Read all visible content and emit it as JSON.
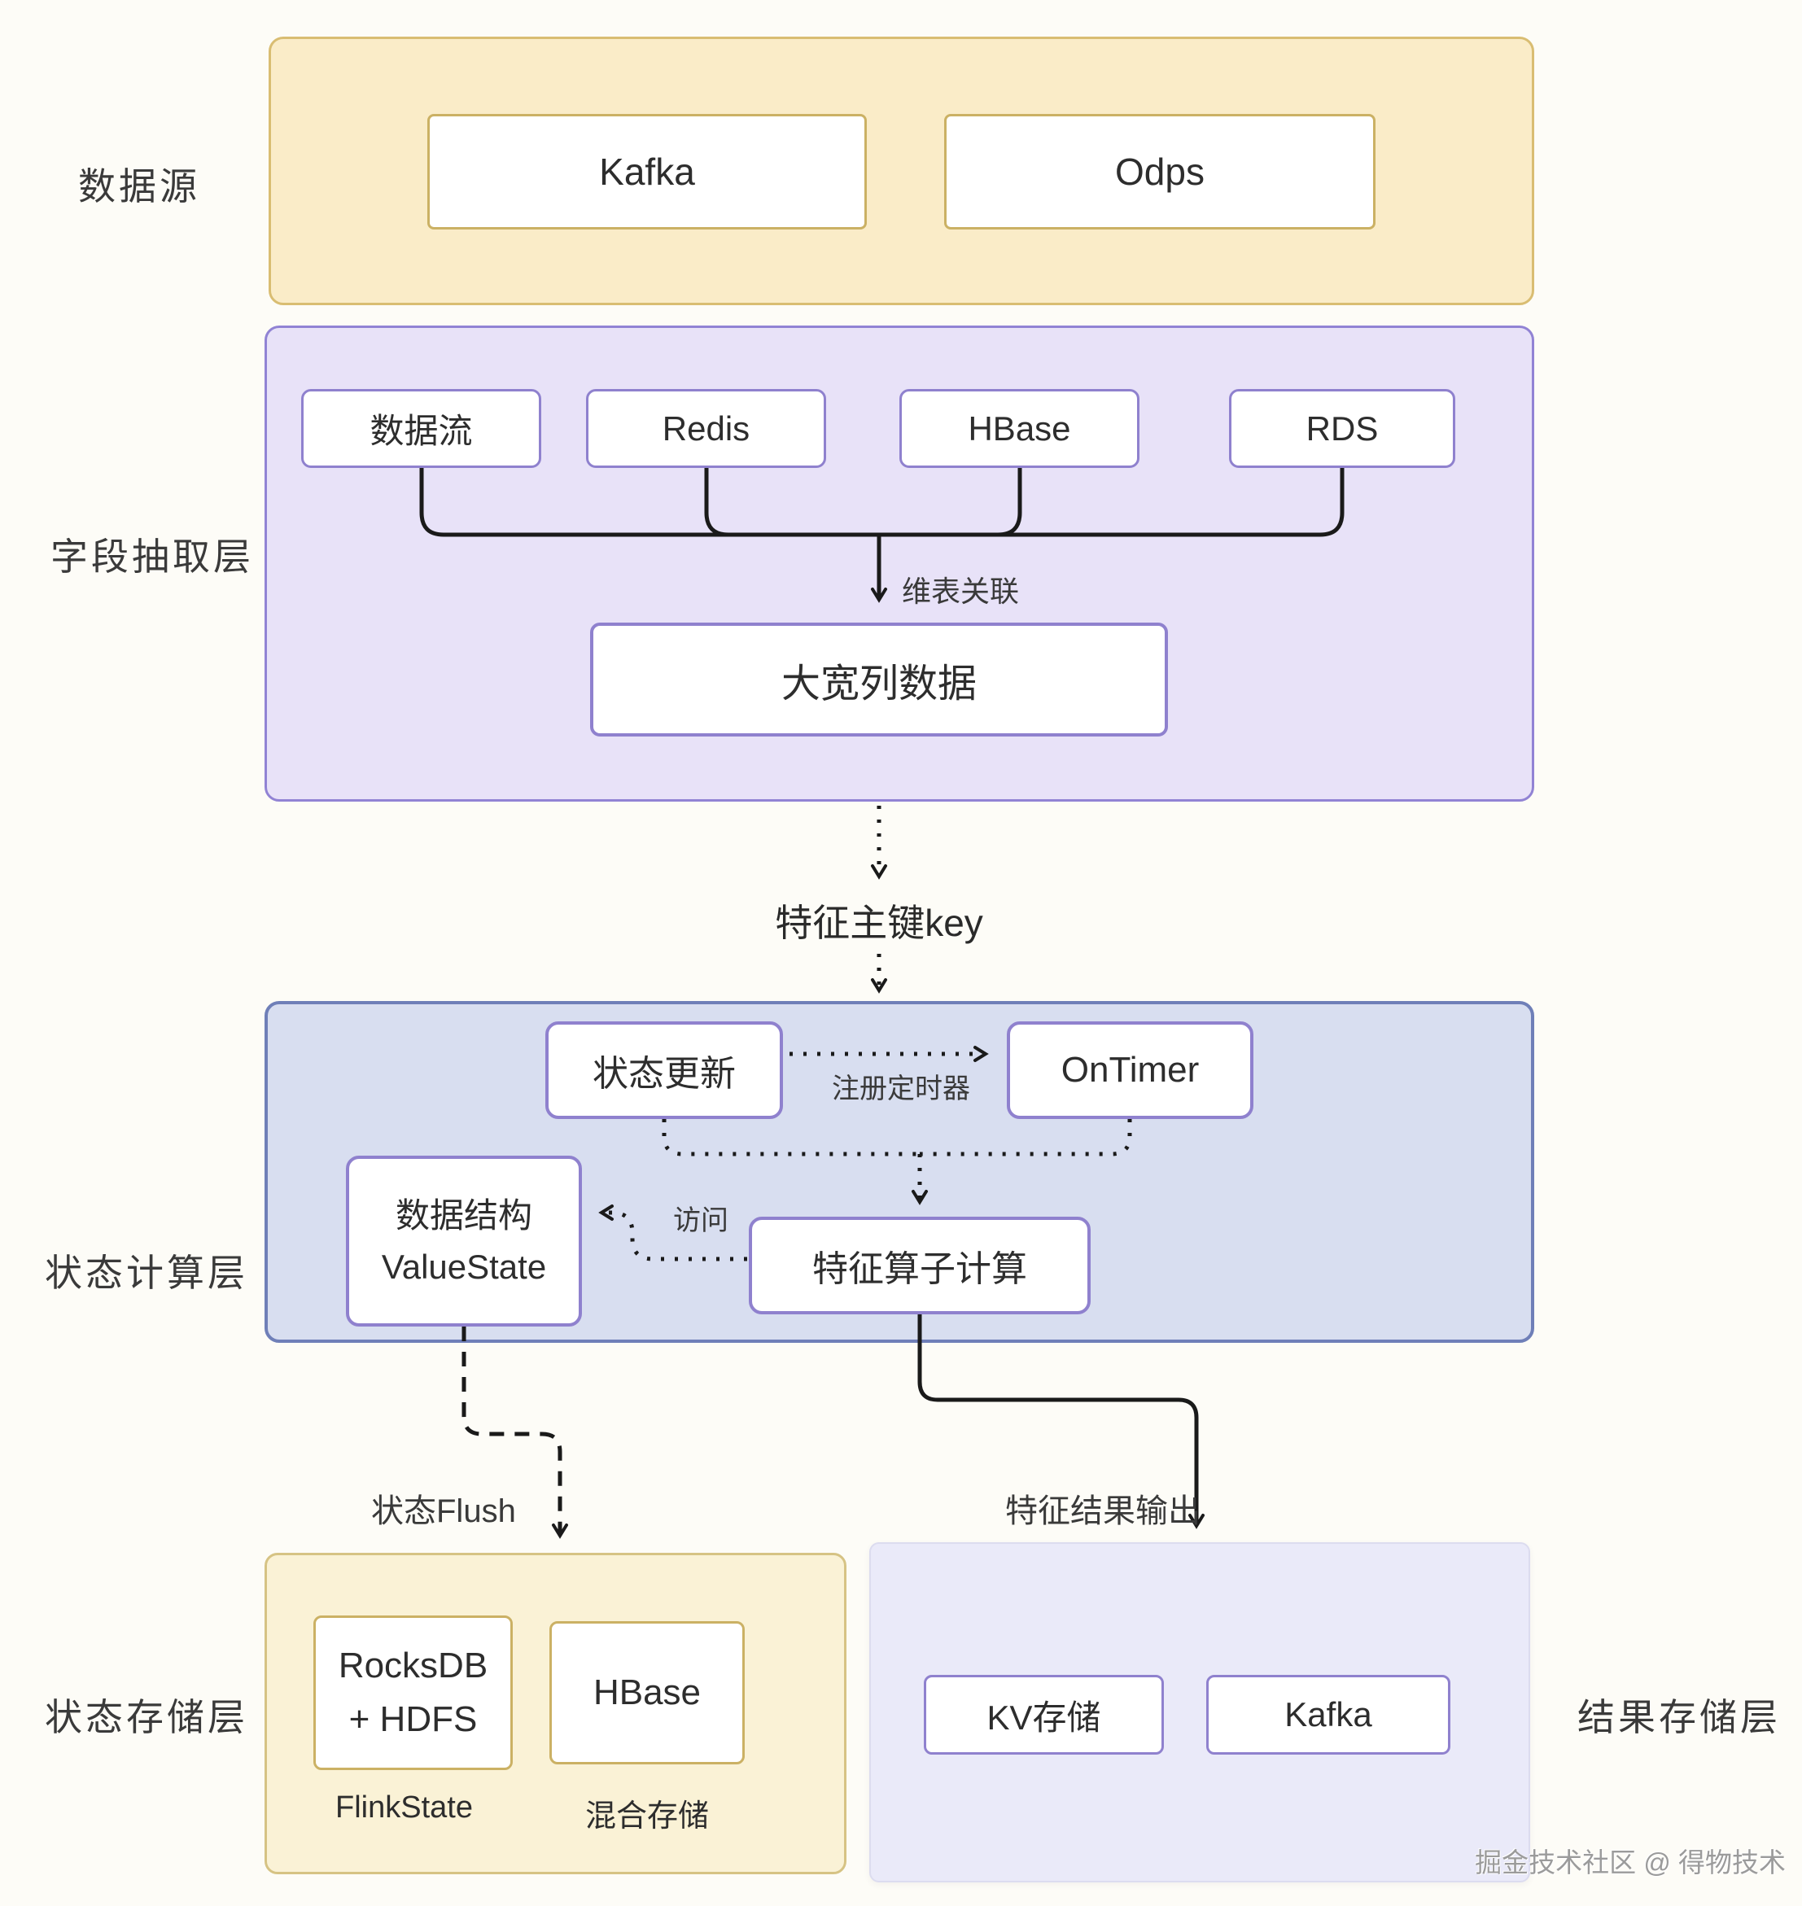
{
  "colors": {
    "page-bg": "#fdfcf7",
    "source-fill": "#faecc8",
    "source-border": "#d9bd72",
    "extract-fill": "#e8e2f8",
    "extract-border": "#9183d4",
    "compute-fill": "#d8def0",
    "compute-border": "#6f7fb8",
    "state-store-fill": "#faf2d6",
    "state-store-border": "#d6c384",
    "result-store-fill": "#eaeaf9",
    "result-store-border": "#dcdcef",
    "node-purple-border": "#8f81ce",
    "node-yellow-border": "#cbb164",
    "line": "#1a1a1a",
    "text": "#2d2d2d",
    "watermark": "#9b9b9b"
  },
  "layers": {
    "source": {
      "label": "数据源",
      "nodes": {
        "kafka": "Kafka",
        "odps": "Odps"
      }
    },
    "extract": {
      "label": "字段抽取层",
      "nodes": {
        "stream": "数据流",
        "redis": "Redis",
        "hbase": "HBase",
        "rds": "RDS",
        "wide_table": "大宽列数据"
      },
      "edge_labels": {
        "dim_join": "维表关联"
      }
    },
    "compute": {
      "label": "状态计算层",
      "nodes": {
        "state_update": "状态更新",
        "on_timer": "OnTimer",
        "value_state": {
          "line1": "数据结构",
          "line2": "ValueState"
        },
        "feature_calc": "特征算子计算"
      },
      "edge_labels": {
        "register_timer": "注册定时器",
        "access": "访问"
      }
    },
    "state_store": {
      "label": "状态存储层",
      "nodes": {
        "rocksdb_hdfs": {
          "line1": "RocksDB",
          "line2": "+ HDFS"
        },
        "hbase": "HBase"
      },
      "captions": {
        "flink_state": "FlinkState",
        "hybrid_storage": "混合存储"
      }
    },
    "result_store": {
      "label": "结果存储层",
      "nodes": {
        "kv_store": "KV存储",
        "kafka": "Kafka"
      }
    }
  },
  "flow_labels": {
    "feature_key": "特征主键key",
    "state_flush": "状态Flush",
    "feature_output": "特征结果输出"
  },
  "watermark": "掘金技术社区 @ 得物技术"
}
